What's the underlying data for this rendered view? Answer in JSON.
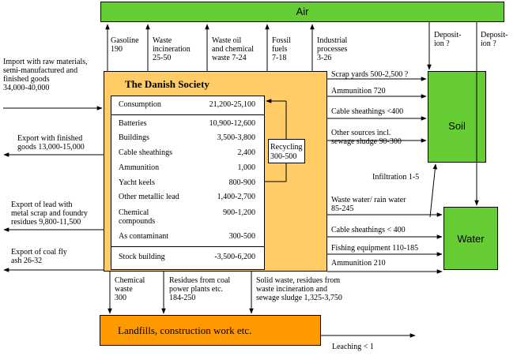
{
  "compartments": {
    "air": "Air",
    "soil": "Soil",
    "water": "Water",
    "landfills": "Landfills, construction work etc.",
    "society": "The Danish Society"
  },
  "emissions_to_air": [
    {
      "line1": "Gasoline",
      "line2": "190",
      "line3": ""
    },
    {
      "line1": "Waste",
      "line2": "incineration",
      "line3": "25-50"
    },
    {
      "line1": "Waste oil",
      "line2": "and chemical",
      "line3": "waste 7-24"
    },
    {
      "line1": "Fossil",
      "line2": "fuels",
      "line3": "7-18"
    },
    {
      "line1": "Industrial",
      "line2": "processes",
      "line3": "3-26"
    }
  ],
  "deposition": [
    "Deposit-",
    "ion ?",
    "Deposit-",
    "ion ?"
  ],
  "imports": {
    "line1": "Import with raw materials,",
    "line2": "semi-manufactured and",
    "line3": "finished goods",
    "line4": "34,000-40,000"
  },
  "exports": [
    {
      "line1": "Export with  finished",
      "line2": "goods 13,000-15,000",
      "line3": ""
    },
    {
      "line1": "Export of lead with",
      "line2": "metal scrap and foundry",
      "line3": "residues 9,800-11,500"
    },
    {
      "line1": "Export of coal fly",
      "line2": "ash 26-32",
      "line3": ""
    }
  ],
  "consumption": {
    "label": "Consumption",
    "value": "21,200-25,100"
  },
  "items": [
    {
      "label": "Batteries",
      "value": "10,900-12,600"
    },
    {
      "label": "Buildings",
      "value": "3,500-3,800"
    },
    {
      "label": "Cable sheathings",
      "value": "2,400"
    },
    {
      "label": "Ammunition",
      "value": "1,000"
    },
    {
      "label": "Yacht keels",
      "value": "800-900"
    },
    {
      "label": "Other metallic lead",
      "value": "1,400-2,700"
    },
    {
      "label": "Chemical",
      "label2": "compounds",
      "value": "900-1,200"
    },
    {
      "label": "As contaminant",
      "value": "300-500"
    }
  ],
  "stock_building": {
    "label": "Stock building",
    "value": "-3,500-6,200"
  },
  "recycling": {
    "line1": "Recycling",
    "line2": "300-500"
  },
  "to_soil": [
    {
      "line1": "Scrap yards 500-2,500 ?",
      "line2": ""
    },
    {
      "line1": "Ammunition 720",
      "line2": ""
    },
    {
      "line1": "Cable sheathings <400",
      "line2": ""
    },
    {
      "line1": "Other sources incl.",
      "line2": "sewage sludge 90-300"
    }
  ],
  "infiltration": "Infiltration 1-5",
  "to_water": [
    {
      "line1": "Waste water/ rain water",
      "line2": "85-245"
    },
    {
      "line1": "Cable sheathings < 400",
      "line2": ""
    },
    {
      "line1": "Fishing equipment 110-185",
      "line2": ""
    },
    {
      "line1": "Ammunition  210",
      "line2": ""
    }
  ],
  "to_landfill": [
    {
      "line1": "Chemical",
      "line2": "waste",
      "line3": "300"
    },
    {
      "line1": "Residues from coal",
      "line2": "power plants etc.",
      "line3": "184-250"
    },
    {
      "line1": "Solid waste, residues from",
      "line2": "waste incineration and",
      "line3": "sewage sludge 1,325-3,750"
    }
  ],
  "leaching": "Leaching < 1",
  "colors": {
    "green": "#66cc33",
    "orange": "#ff9900",
    "society_fill": "#ffcc66"
  }
}
